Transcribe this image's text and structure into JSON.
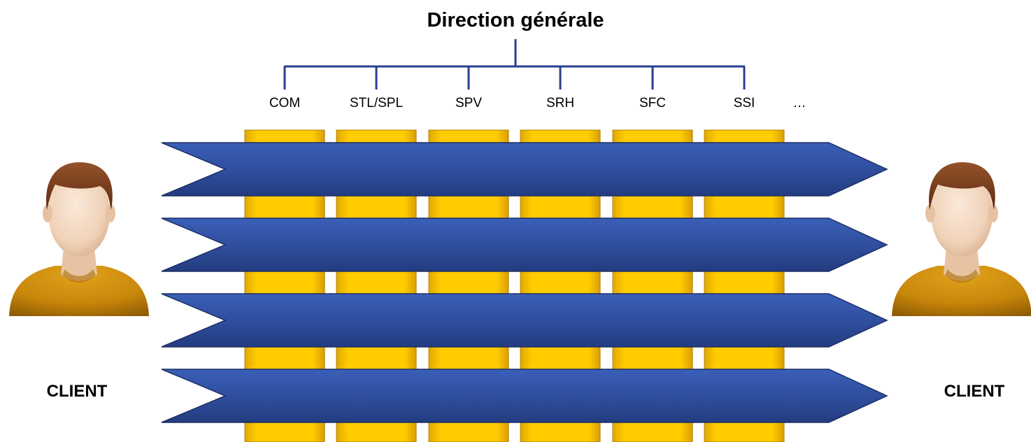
{
  "title": "Direction générale",
  "departments": [
    {
      "code": "COM"
    },
    {
      "code": "STL/SPL"
    },
    {
      "code": "SPV"
    },
    {
      "code": "SRH"
    },
    {
      "code": "SFC"
    },
    {
      "code": "SSI"
    }
  ],
  "ellipsis": "…",
  "process_count": 4,
  "clients": {
    "left_label": "CLIENT",
    "right_label": "CLIENT"
  },
  "colors": {
    "org_line": "#2a3f8f",
    "column_fill": "#ffc800",
    "arrow_fill": "#2f4f9e",
    "person_shirt": "#c8860a",
    "person_skin": "#f2d7c0",
    "person_hair": "#7a3f1e"
  }
}
